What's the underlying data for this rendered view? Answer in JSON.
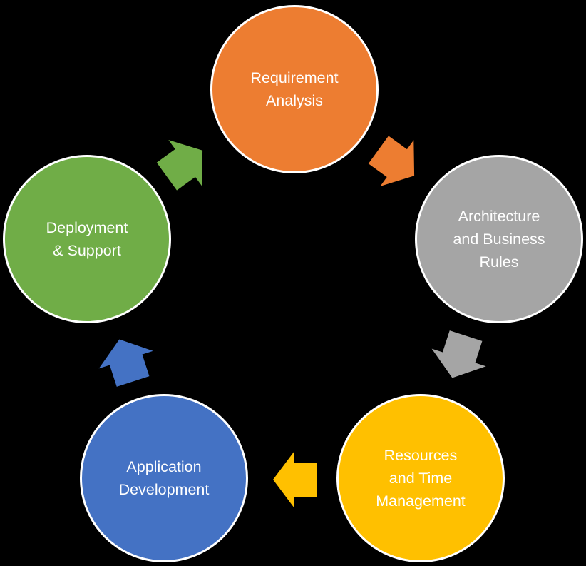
{
  "diagram": {
    "type": "cycle",
    "background_color": "#000000",
    "text_color": "#FFFFFF",
    "node_border_color": "#FFFFFF",
    "nodes": [
      {
        "id": "requirement-analysis",
        "lines": [
          "Requirement",
          "Analysis"
        ],
        "color": "#ED7D31"
      },
      {
        "id": "architecture-business-rules",
        "lines": [
          "Architecture",
          "and Business",
          "Rules"
        ],
        "color": "#A5A5A5"
      },
      {
        "id": "resources-time-management",
        "lines": [
          "Resources",
          "and Time",
          "Management"
        ],
        "color": "#FFC000"
      },
      {
        "id": "application-development",
        "lines": [
          "Application",
          "Development"
        ],
        "color": "#4472C4"
      },
      {
        "id": "deployment-support",
        "lines": [
          "Deployment",
          "& Support"
        ],
        "color": "#70AD47"
      }
    ],
    "arrows": [
      {
        "from": "requirement-analysis",
        "to": "architecture-business-rules",
        "color": "#ED7D31"
      },
      {
        "from": "architecture-business-rules",
        "to": "resources-time-management",
        "color": "#A5A5A5"
      },
      {
        "from": "resources-time-management",
        "to": "application-development",
        "color": "#FFC000"
      },
      {
        "from": "application-development",
        "to": "deployment-support",
        "color": "#4472C4"
      },
      {
        "from": "deployment-support",
        "to": "requirement-analysis",
        "color": "#70AD47"
      }
    ]
  }
}
